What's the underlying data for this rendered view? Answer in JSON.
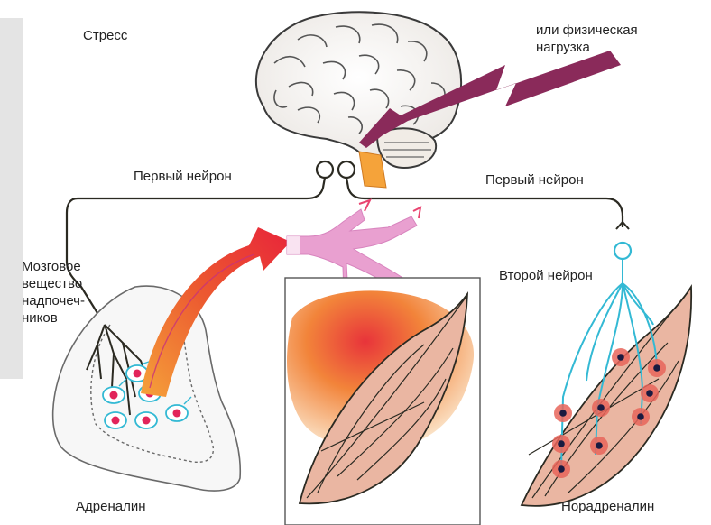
{
  "labels": {
    "stress": "Стресс",
    "physical_load": "или физическая\nнагрузка",
    "first_neuron_left": "Первый нейрон",
    "first_neuron_right": "Первый нейрон",
    "adrenal_medulla": "Мозговое\nвещество\nнадпочеч-\nников",
    "second_neuron": "Второй нейрон",
    "adrenaline": "Адреналин",
    "noradrenaline": "Норадреналин"
  },
  "colors": {
    "nerve": "#2b2a22",
    "blue_neuron": "#33b9d4",
    "red_arrow": "#e8403a",
    "pink_vessel": "#e9a0d0",
    "purple_arrow": "#8a2a5a",
    "muscle": "#eab6a2",
    "orange_glow": "#f07a2a",
    "cell_dot": "#e2245a"
  }
}
